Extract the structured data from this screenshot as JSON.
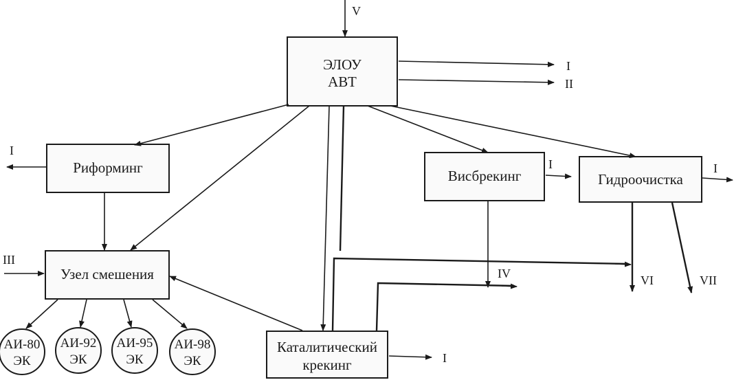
{
  "units": {
    "elou_line1": "ЭЛОУ",
    "elou_line2": "АВТ",
    "reforming": "Риформинг",
    "mixing": "Узел смешения",
    "visbreaking": "Висбрекинг",
    "hydrotreating": "Гидроочистка",
    "catcracking_line1": "Каталитический",
    "catcracking_line2": "крекинг"
  },
  "streams": {
    "v_in": "V",
    "elou_out_1": "I",
    "elou_out_2": "II",
    "reforming_out": "I",
    "mixing_in": "III",
    "visbreaking_to_hydro": "I",
    "hydro_out": "I",
    "visbreaking_down": "IV",
    "hydro_down_1": "VI",
    "hydro_down_2": "VII",
    "catcracking_out": "I"
  },
  "products": [
    {
      "line1": "АИ-80",
      "line2": "ЭК"
    },
    {
      "line1": "АИ-92",
      "line2": "ЭК"
    },
    {
      "line1": "АИ-95",
      "line2": "ЭК"
    },
    {
      "line1": "АИ-98",
      "line2": "ЭК"
    }
  ]
}
